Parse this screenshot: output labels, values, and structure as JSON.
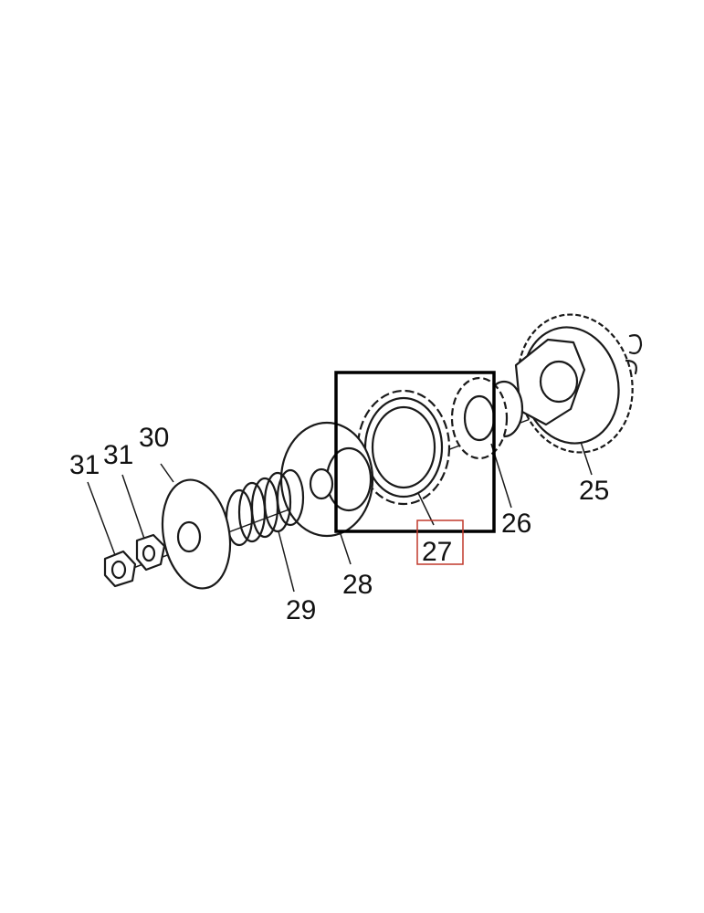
{
  "diagram": {
    "part_labels": {
      "p25": "25",
      "p26": "26",
      "p27": "27",
      "p28": "28",
      "p29": "29",
      "p30": "30",
      "p31a": "31",
      "p31b": "31"
    },
    "colors": {
      "line": "#1a1a1a",
      "highlight_box": "#000000",
      "label_highlight": "#c0392b"
    }
  }
}
